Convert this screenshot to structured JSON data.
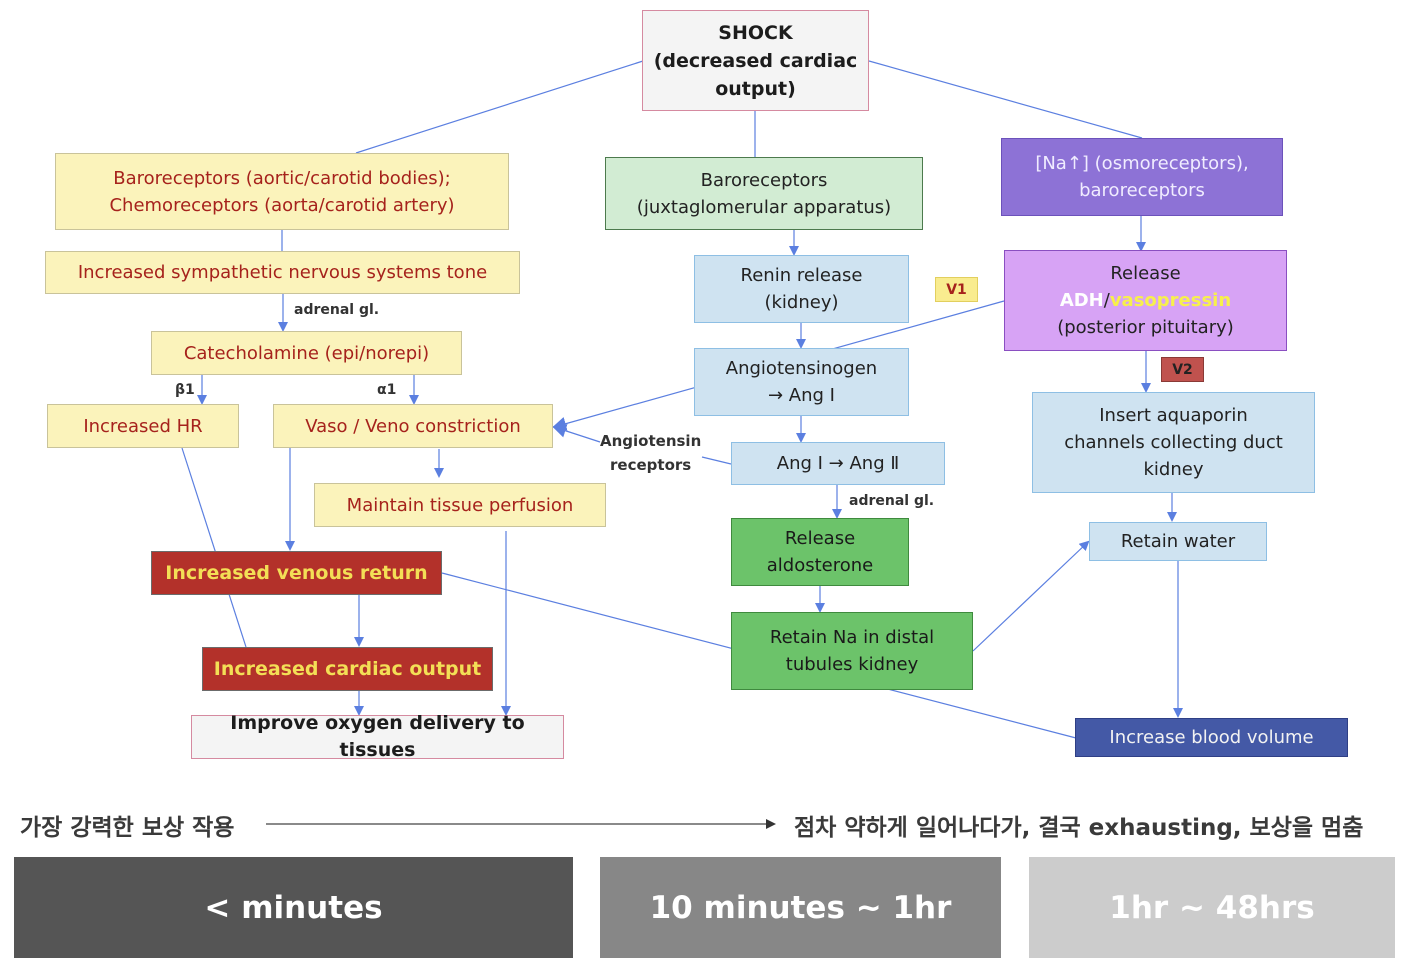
{
  "diagram": {
    "shock": {
      "line1": "SHOCK",
      "line2": "(decreased cardiac",
      "line3": "output)"
    },
    "left": {
      "receptors": {
        "line1": "Baroreceptors (aortic/carotid bodies);",
        "line2": "Chemoreceptors (aorta/carotid artery)"
      },
      "sympathetic": "Increased sympathetic nervous systems tone",
      "adrenal_label": "adrenal gl.",
      "catecholamine": "Catecholamine (epi/norepi)",
      "beta1_label": "β1",
      "alpha1_label": "α1",
      "increased_hr": "Increased HR",
      "vaso_constriction": "Vaso / Veno constriction",
      "maintain_perfusion": "Maintain tissue perfusion",
      "venous_return": "Increased venous return",
      "cardiac_output": "Increased cardiac output",
      "oxygen_delivery": "Improve oxygen delivery to tissues"
    },
    "middle": {
      "jga": {
        "line1": "Baroreceptors",
        "line2": "(juxtaglomerular apparatus)"
      },
      "renin": {
        "line1": "Renin release",
        "line2": "(kidney)"
      },
      "angiotensinogen": {
        "line1": "Angiotensinogen",
        "line2": "→ Ang Ⅰ"
      },
      "ang_conversion": "Ang Ⅰ → Ang Ⅱ",
      "angiotensin_receptors_label": {
        "line1": "Angiotensin",
        "line2": "receptors"
      },
      "adrenal_label": "adrenal gl.",
      "aldosterone": {
        "line1": "Release",
        "line2": "aldosterone"
      },
      "retain_na": {
        "line1": "Retain Na in distal",
        "line2": "tubules kidney"
      }
    },
    "right": {
      "osmoreceptors": {
        "line1": "[Na↑] (osmoreceptors),",
        "line2": "baroreceptors"
      },
      "adh": {
        "line1": "Release",
        "adh": "ADH",
        "slash": "/",
        "vasopressin": "vasopressin",
        "line3": "(posterior pituitary)"
      },
      "v1_tag": "V1",
      "v2_tag": "V2",
      "aquaporin": {
        "line1": "Insert aquaporin",
        "line2": "channels collecting duct",
        "line3": "kidney"
      },
      "retain_water": "Retain water",
      "blood_volume": "Increase blood volume"
    }
  },
  "timeline": {
    "start_text": "가장 강력한 보상 작용",
    "end_text": "점차 약하게 일어나다가, 결국 exhausting, 보상을 멈춤",
    "phases": [
      {
        "label": "< minutes",
        "color": "#555555"
      },
      {
        "label": "10 minutes ~ 1hr",
        "color": "#878787"
      },
      {
        "label": "1hr ~ 48hrs",
        "color": "#cccccc"
      }
    ]
  },
  "colors": {
    "connector": "#5b7fe0",
    "yellow_text": "#a6221c",
    "red_fill": "#b3312a"
  }
}
